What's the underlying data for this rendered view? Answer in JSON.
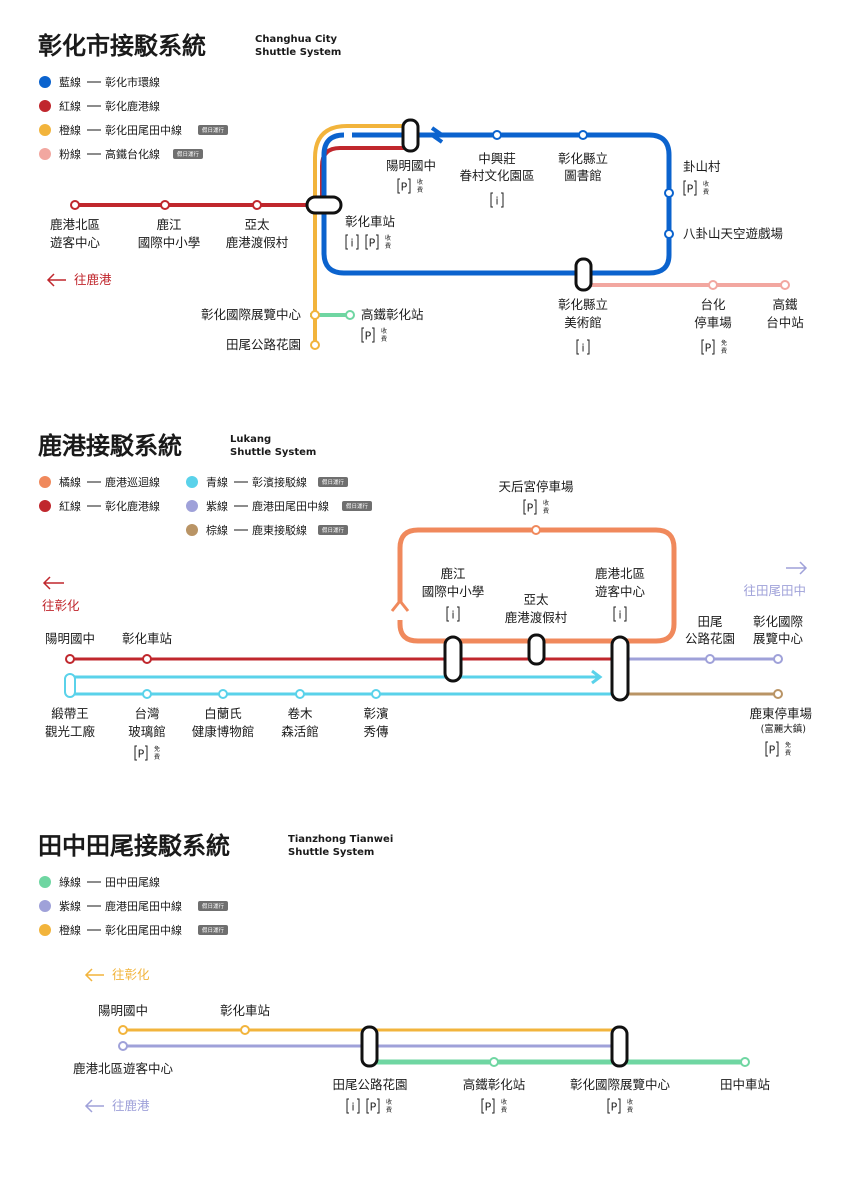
{
  "colors": {
    "blue": "#0b63ce",
    "red": "#c0272d",
    "yellow": "#f2b43c",
    "pink": "#f2a7a0",
    "orange": "#f0895c",
    "cyan": "#5ad2ea",
    "purple": "#9fa1d9",
    "brown": "#b99465",
    "green": "#6fd6a2",
    "tag": "#6f6f6f"
  },
  "icons": {
    "parking": "parking-icon",
    "info": "info-icon",
    "arrow": "arrow-left-icon"
  },
  "changhua": {
    "title": "彰化市接駁系統",
    "subtitle_1": "Changhua City",
    "subtitle_2": "Shuttle System",
    "legend": [
      {
        "name": "藍線",
        "route": "彰化市環線",
        "color": "blue",
        "tag": ""
      },
      {
        "name": "紅線",
        "route": "彰化鹿港線",
        "color": "red",
        "tag": ""
      },
      {
        "name": "橙線",
        "route": "彰化田尾田中線",
        "color": "yellow",
        "tag": "假日運行"
      },
      {
        "name": "粉線",
        "route": "高鐵台化線",
        "color": "pink",
        "tag": "假日運行"
      }
    ],
    "direction_lukang": "往鹿港",
    "stations": {
      "yangming": "陽明國中",
      "zhongxing_1": "中興莊",
      "zhongxing_2": "眷村文化園區",
      "library_1": "彰化縣立",
      "library_2": "圖書館",
      "guashan": "卦山村",
      "baguashan": "八卦山天空遊戲場",
      "changhua_station": "彰化車站",
      "lukang_north_1": "鹿港北區",
      "lukang_north_2": "遊客中心",
      "lujiang_1": "鹿江",
      "lujiang_2": "國際中小學",
      "yatai_1": "亞太",
      "yatai_2": "鹿港渡假村",
      "museum_1": "彰化縣立",
      "museum_2": "美術館",
      "taihua_1": "台化",
      "taihua_2": "停車場",
      "hsr_tc_1": "高鐵",
      "hsr_tc_2": "台中站",
      "expo": "彰化國際展覽中心",
      "tianwei_garden": "田尾公路花園",
      "hsr_ch": "高鐵彰化站"
    },
    "fees": {
      "paid_1": "收",
      "paid_2": "費",
      "free_1": "免",
      "free_2": "費"
    }
  },
  "lukang": {
    "title": "鹿港接駁系統",
    "subtitle_1": "Lukang",
    "subtitle_2": "Shuttle System",
    "legend_left": [
      {
        "name": "橘線",
        "route": "鹿港巡迴線",
        "color": "orange",
        "tag": ""
      },
      {
        "name": "紅線",
        "route": "彰化鹿港線",
        "color": "red",
        "tag": ""
      }
    ],
    "legend_right": [
      {
        "name": "青線",
        "route": "彰濱接駁線",
        "color": "cyan",
        "tag": "假日運行"
      },
      {
        "name": "紫線",
        "route": "鹿港田尾田中線",
        "color": "purple",
        "tag": "假日運行"
      },
      {
        "name": "棕線",
        "route": "鹿東接駁線",
        "color": "brown",
        "tag": "假日運行"
      }
    ],
    "direction_changhua": "往彰化",
    "direction_tianwei": "往田尾田中",
    "stations": {
      "tianhou": "天后宮停車場",
      "lujiang_1": "鹿江",
      "lujiang_2": "國際中小學",
      "yatai_1": "亞太",
      "yatai_2": "鹿港渡假村",
      "north_1": "鹿港北區",
      "north_2": "遊客中心",
      "tianwei_1": "田尾",
      "tianwei_2": "公路花園",
      "expo_1": "彰化國際",
      "expo_2": "展覽中心",
      "yangming": "陽明國中",
      "changhua_station": "彰化車站",
      "ribbon_1": "緞帶王",
      "ribbon_2": "觀光工廠",
      "glass_1": "台灣",
      "glass_2": "玻璃館",
      "bailan_1": "白蘭氏",
      "bailan_2": "健康博物館",
      "juanmu_1": "卷木",
      "juanmu_2": "森活館",
      "zhangbin_1": "彰濱",
      "zhangbin_2": "秀傳",
      "ludong": "鹿東停車場",
      "ludong_sub": "(富麗大鎮)"
    }
  },
  "tianzhong": {
    "title": "田中田尾接駁系統",
    "subtitle_1": "Tianzhong Tianwei",
    "subtitle_2": "Shuttle System",
    "legend": [
      {
        "name": "綠線",
        "route": "田中田尾線",
        "color": "green",
        "tag": ""
      },
      {
        "name": "紫線",
        "route": "鹿港田尾田中線",
        "color": "purple",
        "tag": "假日運行"
      },
      {
        "name": "橙線",
        "route": "彰化田尾田中線",
        "color": "yellow",
        "tag": "假日運行"
      }
    ],
    "direction_changhua": "往彰化",
    "direction_lukang": "往鹿港",
    "stations": {
      "yangming": "陽明國中",
      "changhua_station": "彰化車站",
      "lukang_north": "鹿港北區遊客中心",
      "tianwei_garden": "田尾公路花園",
      "hsr_ch": "高鐵彰化站",
      "expo": "彰化國際展覽中心",
      "tianzhong_station": "田中車站"
    }
  }
}
